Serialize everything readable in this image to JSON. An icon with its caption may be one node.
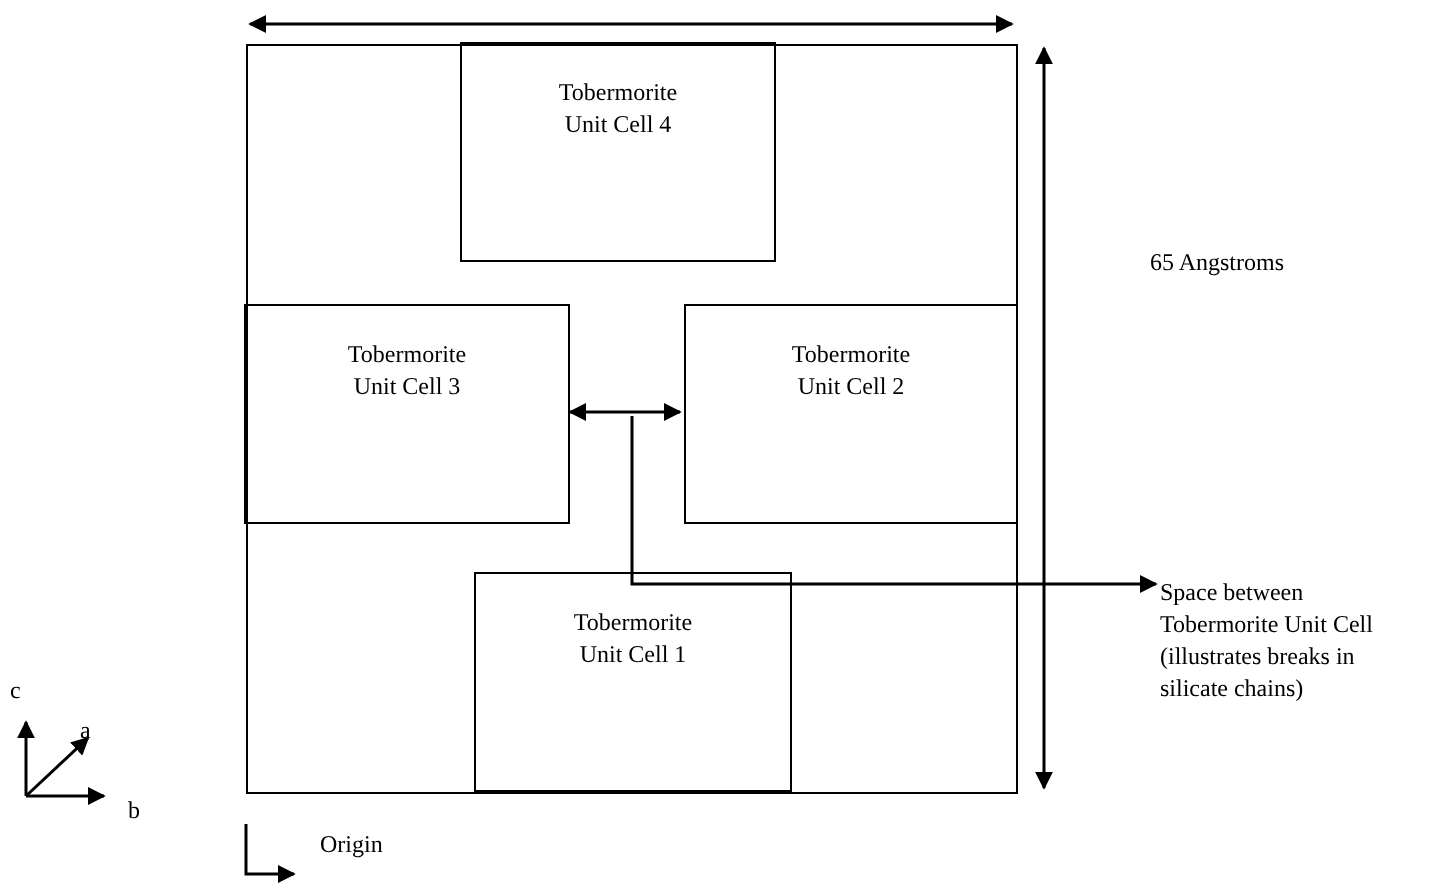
{
  "diagram": {
    "nodes": [
      {
        "text": [],
        "shape": "box"
      },
      {
        "text": [
          "Tobermorite Unit Cell 4"
        ],
        "in": 0
      },
      {
        "text": [
          "Tobermorite Unit Cell 3"
        ],
        "in": 0
      },
      {
        "text": [
          "Tobermorite Unit Cell 2"
        ],
        "in": 0
      },
      {
        "text": [
          "Tobermorite Unit Cell 1"
        ],
        "in": 0
      },
      {
        "text": [
          "Space between Tobermorite Unit Cell (illustrates breaks in silicate chains)"
        ]
      }
    ],
    "edges": [
      {
        "from": 2,
        "to": 3,
        "arrow": "both"
      },
      {
        "from": null,
        "to": 5,
        "arrow": "to"
      }
    ],
    "labels": [
      "65 Angstroms",
      "c",
      "a",
      "b",
      "Origin"
    ]
  }
}
